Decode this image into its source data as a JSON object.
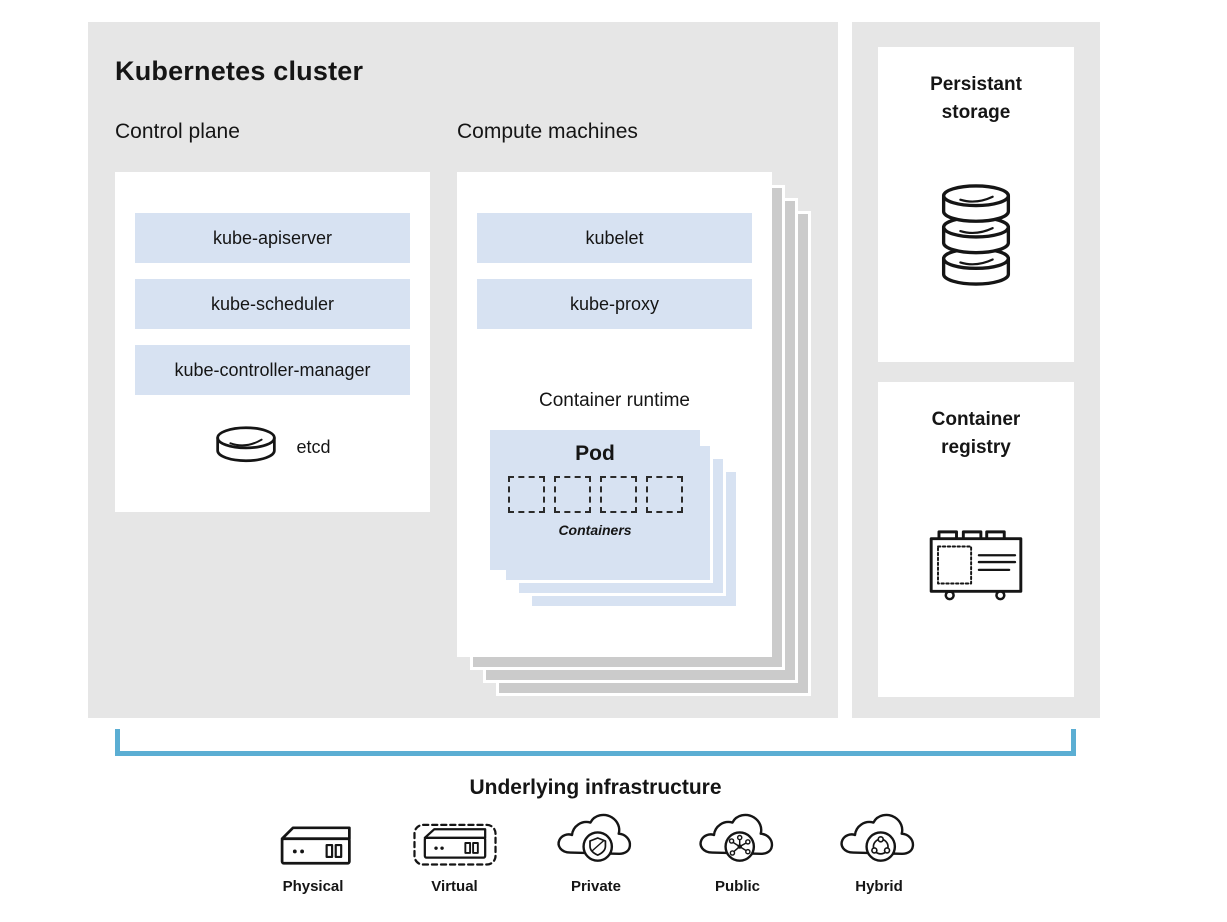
{
  "cluster": {
    "title": "Kubernetes cluster",
    "control_plane": {
      "label": "Control plane",
      "components": [
        "kube-apiserver",
        "kube-scheduler",
        "kube-controller-manager"
      ],
      "datastore_label": "etcd"
    },
    "compute_machines": {
      "label": "Compute machines",
      "components": [
        "kubelet",
        "kube-proxy"
      ],
      "runtime_label": "Container runtime",
      "pod": {
        "label": "Pod",
        "containers_label": "Containers",
        "container_count": 4
      }
    }
  },
  "side_panels": {
    "storage": {
      "title": "Persistant storage",
      "icon": "database-icon"
    },
    "registry": {
      "title": "Container registry",
      "icon": "registry-icon"
    }
  },
  "infrastructure": {
    "label": "Underlying infrastructure",
    "options": [
      {
        "label": "Physical",
        "icon": "physical-server-icon"
      },
      {
        "label": "Virtual",
        "icon": "virtual-server-icon"
      },
      {
        "label": "Private",
        "icon": "private-cloud-icon"
      },
      {
        "label": "Public",
        "icon": "public-cloud-icon"
      },
      {
        "label": "Hybrid",
        "icon": "hybrid-cloud-icon"
      }
    ]
  },
  "colors": {
    "panel_gray": "#e6e6e6",
    "component_blue": "#d7e2f2",
    "stack_gray": "#cbcbcb",
    "bracket_blue": "#5baed3",
    "text": "#151515"
  }
}
